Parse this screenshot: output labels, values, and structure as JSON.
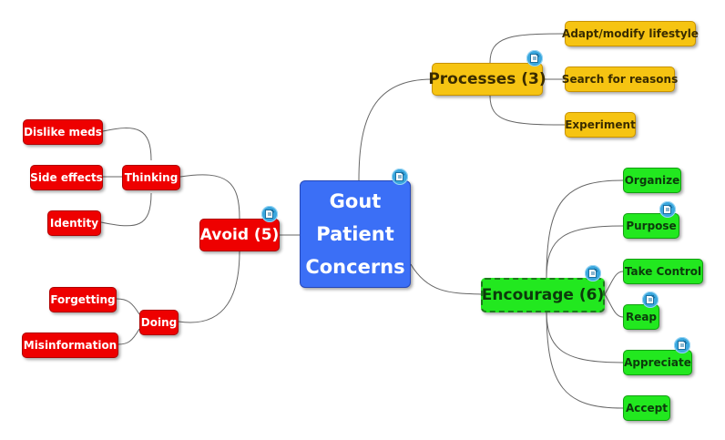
{
  "center": {
    "lines": [
      "Gout",
      "Patient",
      "Concerns"
    ],
    "color": "#3b6ff6"
  },
  "colors": {
    "avoid": "#ee0000",
    "processes": "#f6c412",
    "encourage": "#22e81f",
    "note_icon": "#3aa7de",
    "connector": "#666666"
  },
  "avoid": {
    "label": "Avoid (5)",
    "thinking": {
      "label": "Thinking",
      "children": [
        "Dislike meds",
        "Side effects",
        "Identity"
      ]
    },
    "doing": {
      "label": "Doing",
      "children": [
        "Forgetting",
        "Misinformation"
      ]
    }
  },
  "processes": {
    "label": "Processes (3)",
    "children": [
      "Adapt/modify lifestyle",
      "Search for reasons",
      "Experiment"
    ]
  },
  "encourage": {
    "label": "Encourage (6)",
    "children": [
      "Organize",
      "Purpose",
      "Take Control",
      "Reap",
      "Appreciate",
      "Accept"
    ]
  },
  "icons": [
    "note-icon"
  ]
}
